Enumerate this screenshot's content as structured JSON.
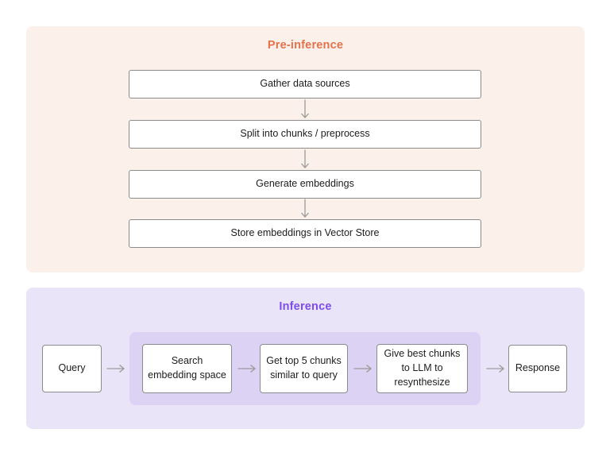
{
  "colors": {
    "page_bg": "#ffffff",
    "pre_panel_bg": "#fbf1ea",
    "pre_title": "#e3724b",
    "inf_panel_bg": "#e9e4f8",
    "inf_inner_bg": "#dcd2f4",
    "inf_title": "#7c4deb",
    "box_border": "#8b8b8b",
    "box_text": "#1c1c1c",
    "arrow": "#9a9a9a"
  },
  "pre_inference": {
    "title": "Pre-inference",
    "steps": [
      {
        "label": "Gather data sources"
      },
      {
        "label": "Split into chunks / preprocess"
      },
      {
        "label": "Generate embeddings"
      },
      {
        "label": "Store embeddings in Vector Store"
      }
    ]
  },
  "inference": {
    "title": "Inference",
    "input": {
      "label": "Query"
    },
    "pipeline_steps": [
      {
        "label": "Search embedding space"
      },
      {
        "label": "Get top 5 chunks similar to query"
      },
      {
        "label": "Give best chunks to LLM to resynthesize"
      }
    ],
    "output": {
      "label": "Response"
    }
  }
}
